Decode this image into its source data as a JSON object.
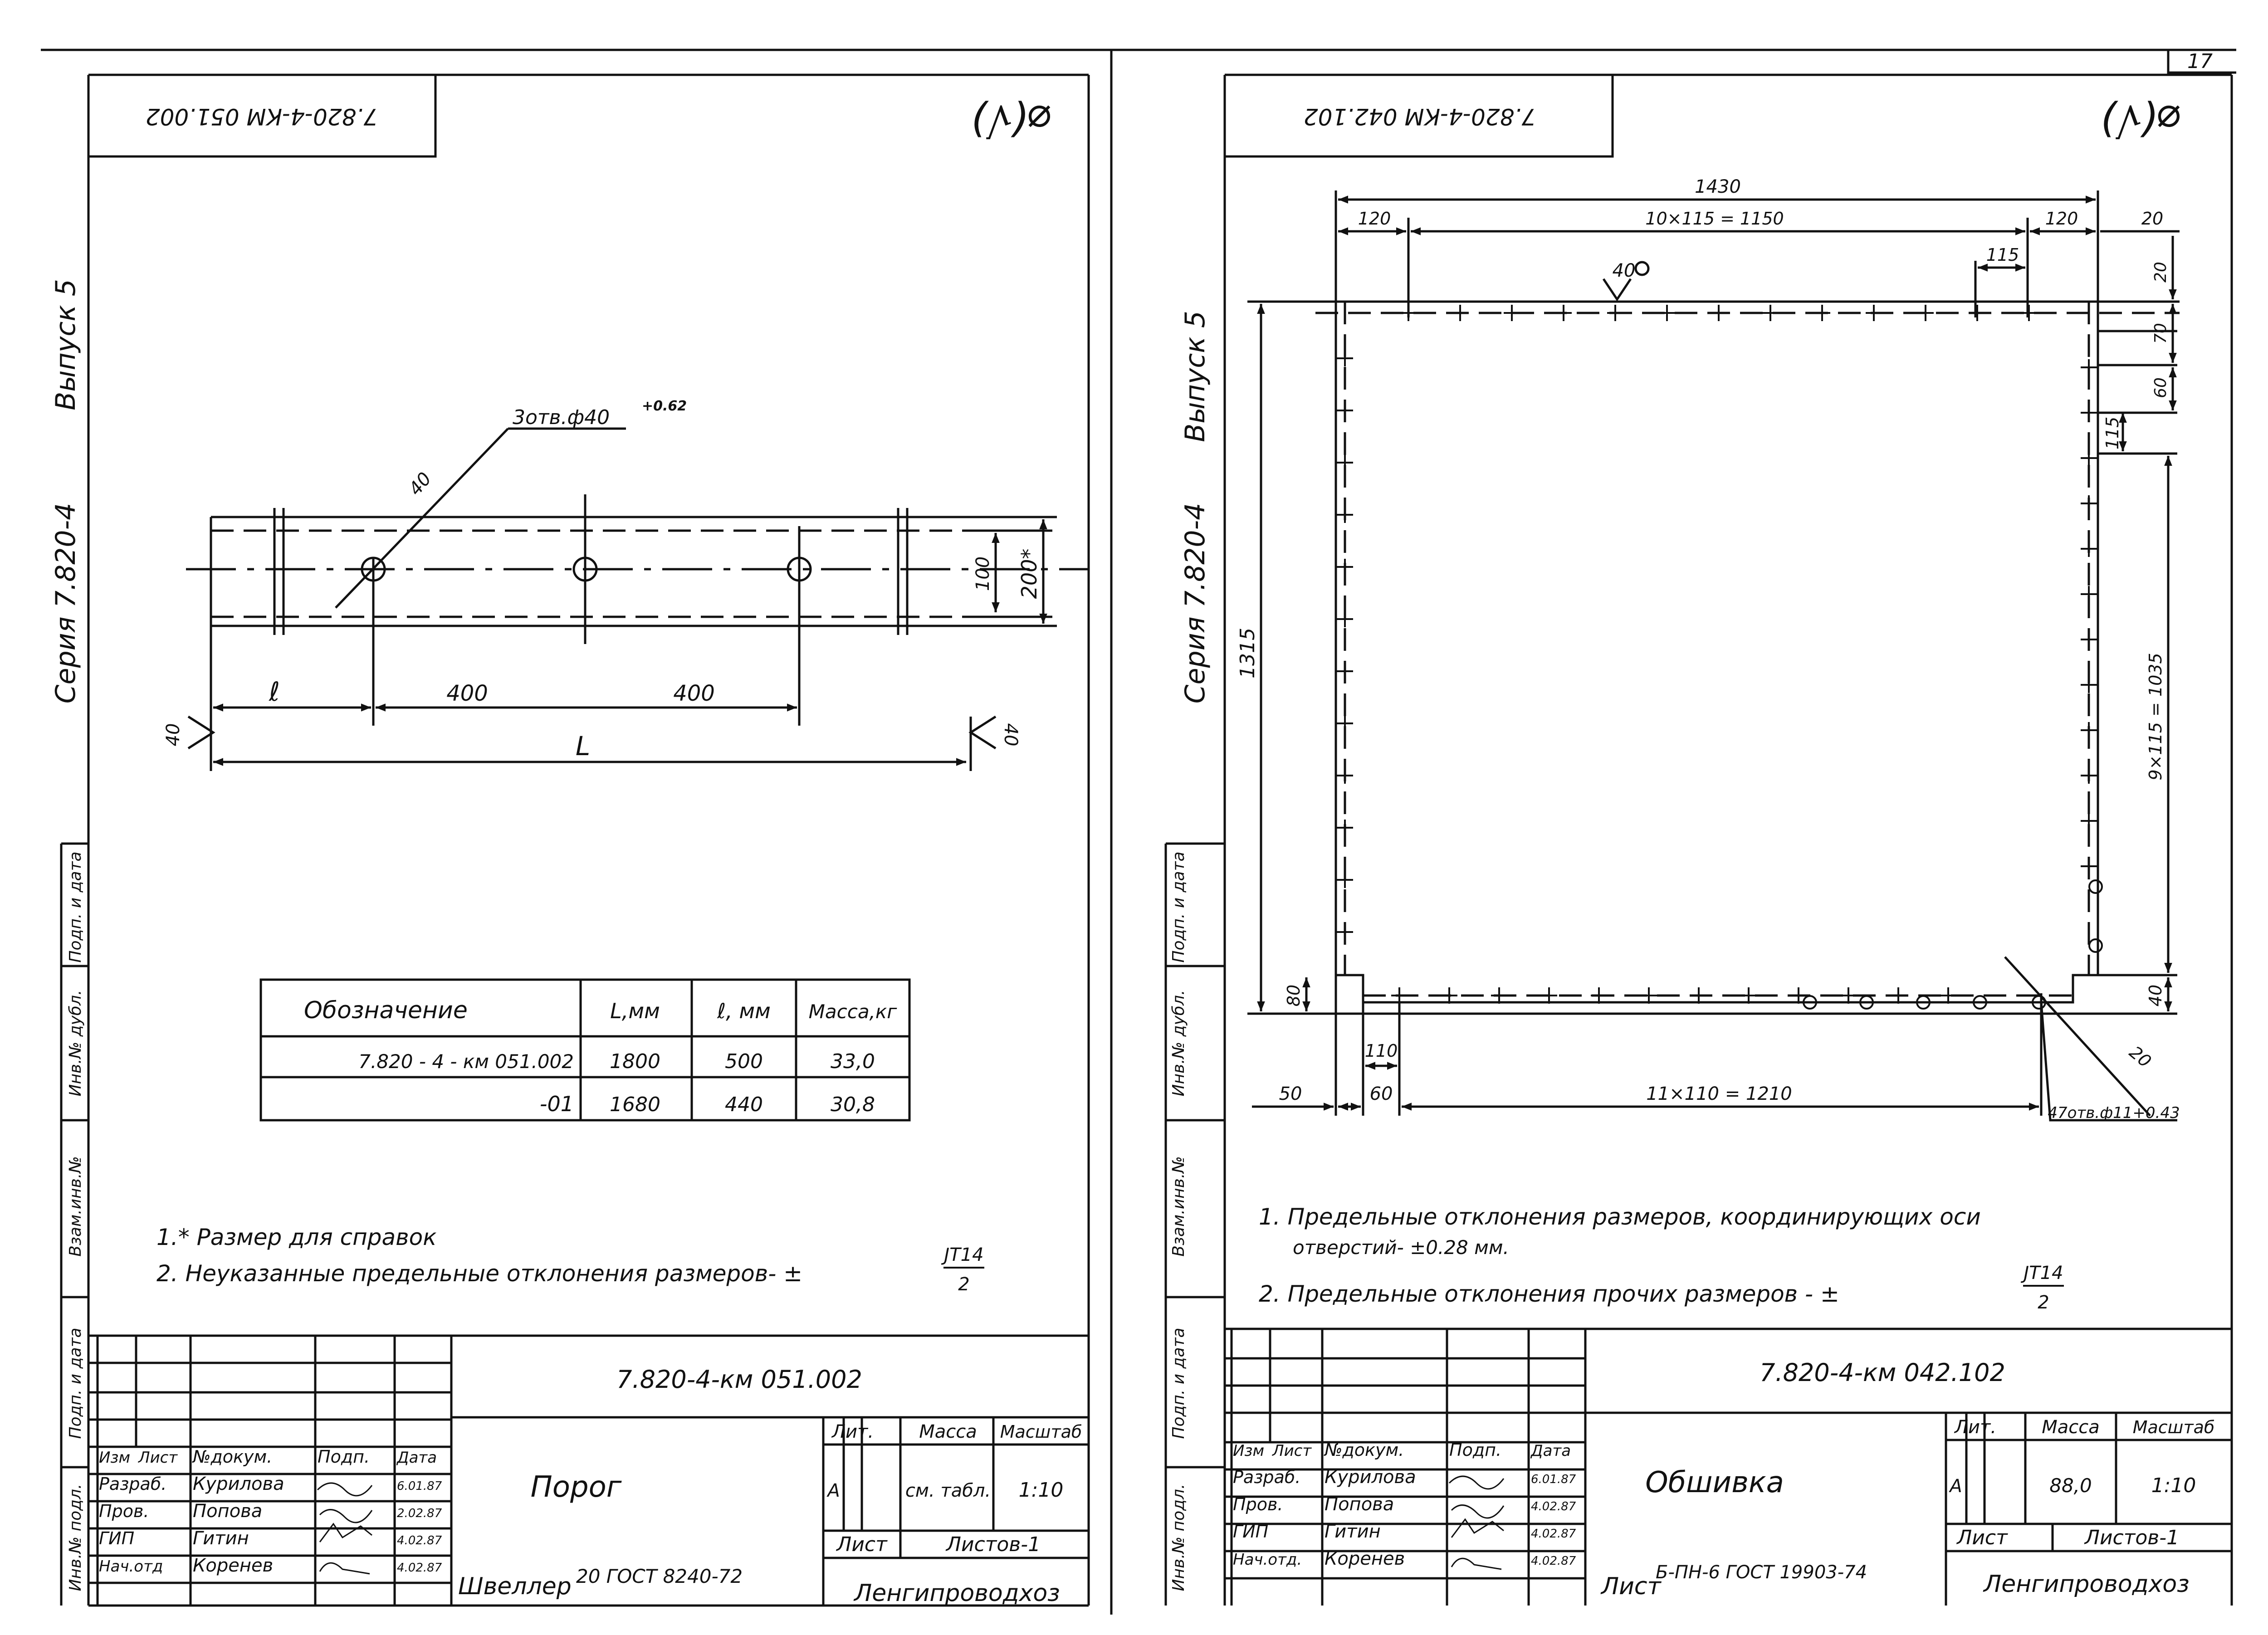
{
  "page_number": "17",
  "left": {
    "code_stamp": "7.820-4-КМ 051.002",
    "roughness_mark": "⌀(√)",
    "vertical": {
      "vypusk": "Выпуск 5",
      "seriya": "Серия 7.820-4",
      "vzam": "Взам.инв.№",
      "inv_dubl": "Инв.№ дубл.",
      "podp_data_top": "Подп. и дата",
      "podp_data_bot": "Подп. и дата",
      "inv_podl": "Инв.№ подл."
    },
    "drawing": {
      "holes_callout": "3отв.ф40",
      "holes_tolerance": "+0.62",
      "weld_40_top": "40",
      "dim_l": "ℓ",
      "dim_400a": "400",
      "dim_400b": "400",
      "dim_L": "L",
      "dim_100": "100",
      "dim_200": "200*",
      "weld_40_left": "40",
      "weld_40_right": "40"
    },
    "table": {
      "headers": [
        "Обозначение",
        "L,мм",
        "ℓ, мм",
        "Масса,кг"
      ],
      "rows": [
        [
          "7.820 - 4 - км 051.002",
          "1800",
          "500",
          "33,0"
        ],
        [
          "-01",
          "1680",
          "440",
          "30,8"
        ]
      ]
    },
    "notes": {
      "n1": "1.* Размер для справок",
      "n2": "2. Неуказанные предельные отклонения размеров- ±",
      "n2_frac_num": "JT14",
      "n2_frac_den": "2"
    },
    "title_block": {
      "code": "7.820-4-км 051.002",
      "name": "Порог",
      "hdr_izm": "Изм",
      "hdr_list": "Лист",
      "hdr_ndoc": "№докум.",
      "hdr_podp": "Подп.",
      "hdr_data": "Дата",
      "people": [
        {
          "role": "Разраб.",
          "name": "Курилова",
          "date": "6.01.87"
        },
        {
          "role": "Пров.",
          "name": "Попова",
          "date": "2.02.87"
        },
        {
          "role": "ГИП",
          "name": "Гитин",
          "date": "4.02.87"
        },
        {
          "role": "Нач.отд",
          "name": "Коренев",
          "date": "4.02.87"
        }
      ],
      "lit_label": "Лит.",
      "mass_label": "Масса",
      "scale_label": "Масштаб",
      "lit_value": "А",
      "mass_value": "см. табл.",
      "scale_value": "1:10",
      "sheet_label": "Лист",
      "sheets_label": "Листов-1",
      "material_prefix": "Швеллер",
      "material_spec": "20 ГОСТ 8240-72",
      "org": "Ленгипроводхоз"
    }
  },
  "right": {
    "code_stamp": "7.820-4-КМ 042.102",
    "roughness_mark": "⌀(√)",
    "vertical": {
      "vypusk": "Выпуск 5",
      "seriya": "Серия 7.820-4",
      "vzam": "Взам.инв.№",
      "inv_dubl": "Инв.№ дубл.",
      "podp_data_top": "Подп. и дата",
      "podp_data_bot": "Подп. и дата",
      "inv_podl": "Инв.№ подл."
    },
    "drawing": {
      "dim_1430": "1430",
      "dim_120a": "120",
      "dim_10x115": "10×115 = 1150",
      "dim_120b": "120",
      "dim_20a": "20",
      "dim_115a": "115",
      "rough_40": "40",
      "dim_20b": "20",
      "dim_70": "70",
      "dim_60": "60",
      "dim_115b": "115",
      "dim_1315": "1315",
      "dim_9x115": "9×115 = 1035",
      "dim_40": "40",
      "dim_80": "80",
      "dim_110": "110",
      "dim_50": "50",
      "dim_60b": "60",
      "dim_11x110": "11×110 = 1210",
      "weld_20": "20",
      "holes_callout": "47отв.ф11+0.43"
    },
    "notes": {
      "n1a": "1. Предельные отклонения размеров, координирующих оси",
      "n1b": "отверстий- ±0.28 мм.",
      "n2": "2. Предельные отклонения прочих размеров - ±",
      "n2_frac_num": "JT14",
      "n2_frac_den": "2"
    },
    "title_block": {
      "code": "7.820-4-км 042.102",
      "name": "Обшивка",
      "hdr_izm": "Изм",
      "hdr_list": "Лист",
      "hdr_ndoc": "№докум.",
      "hdr_podp": "Подп.",
      "hdr_data": "Дата",
      "people": [
        {
          "role": "Разраб.",
          "name": "Курилова",
          "date": "6.01.87"
        },
        {
          "role": "Пров.",
          "name": "Попова",
          "date": "4.02.87"
        },
        {
          "role": "ГИП",
          "name": "Гитин",
          "date": "4.02.87"
        },
        {
          "role": "Нач.отд.",
          "name": "Коренев",
          "date": "4.02.87"
        }
      ],
      "lit_label": "Лит.",
      "mass_label": "Масса",
      "scale_label": "Масштаб",
      "lit_value": "А",
      "mass_value": "88,0",
      "scale_value": "1:10",
      "sheet_label": "Лист",
      "sheets_label": "Листов-1",
      "material_prefix": "Лист",
      "material_spec": "Б-ПН-6 ГОСТ 19903-74",
      "org": "Ленгипроводхоз"
    }
  }
}
